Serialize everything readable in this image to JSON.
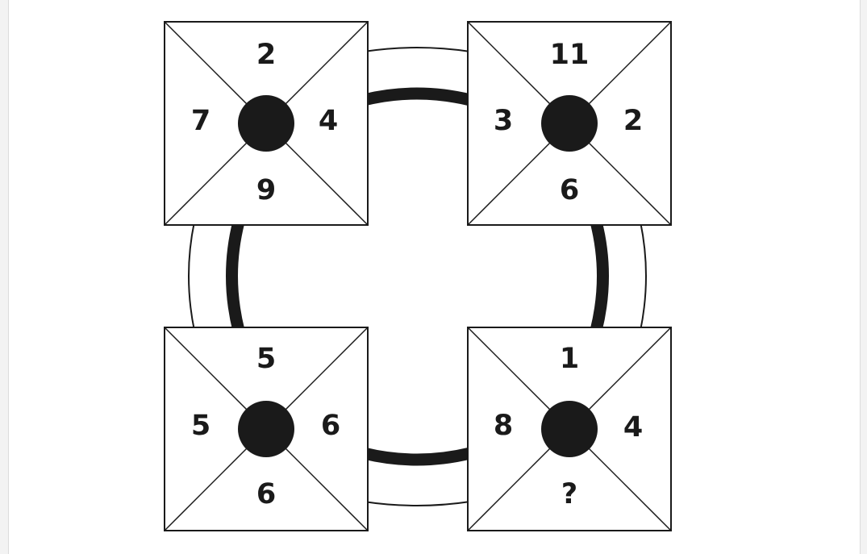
{
  "puzzle": {
    "squares": [
      {
        "name": "top-left-square",
        "top": "2",
        "left": "7",
        "right": "4",
        "bottom": "9"
      },
      {
        "name": "top-right-square",
        "top": "11",
        "left": "3",
        "right": "2",
        "bottom": "6"
      },
      {
        "name": "bottom-left-square",
        "top": "5",
        "left": "5",
        "right": "6",
        "bottom": "6"
      },
      {
        "name": "bottom-right-square",
        "top": "1",
        "left": "8",
        "right": "4",
        "bottom": "?"
      }
    ]
  },
  "colors": {
    "line": "#1a1a1a",
    "fill": "#ffffff",
    "background": "#f3f3f3"
  }
}
